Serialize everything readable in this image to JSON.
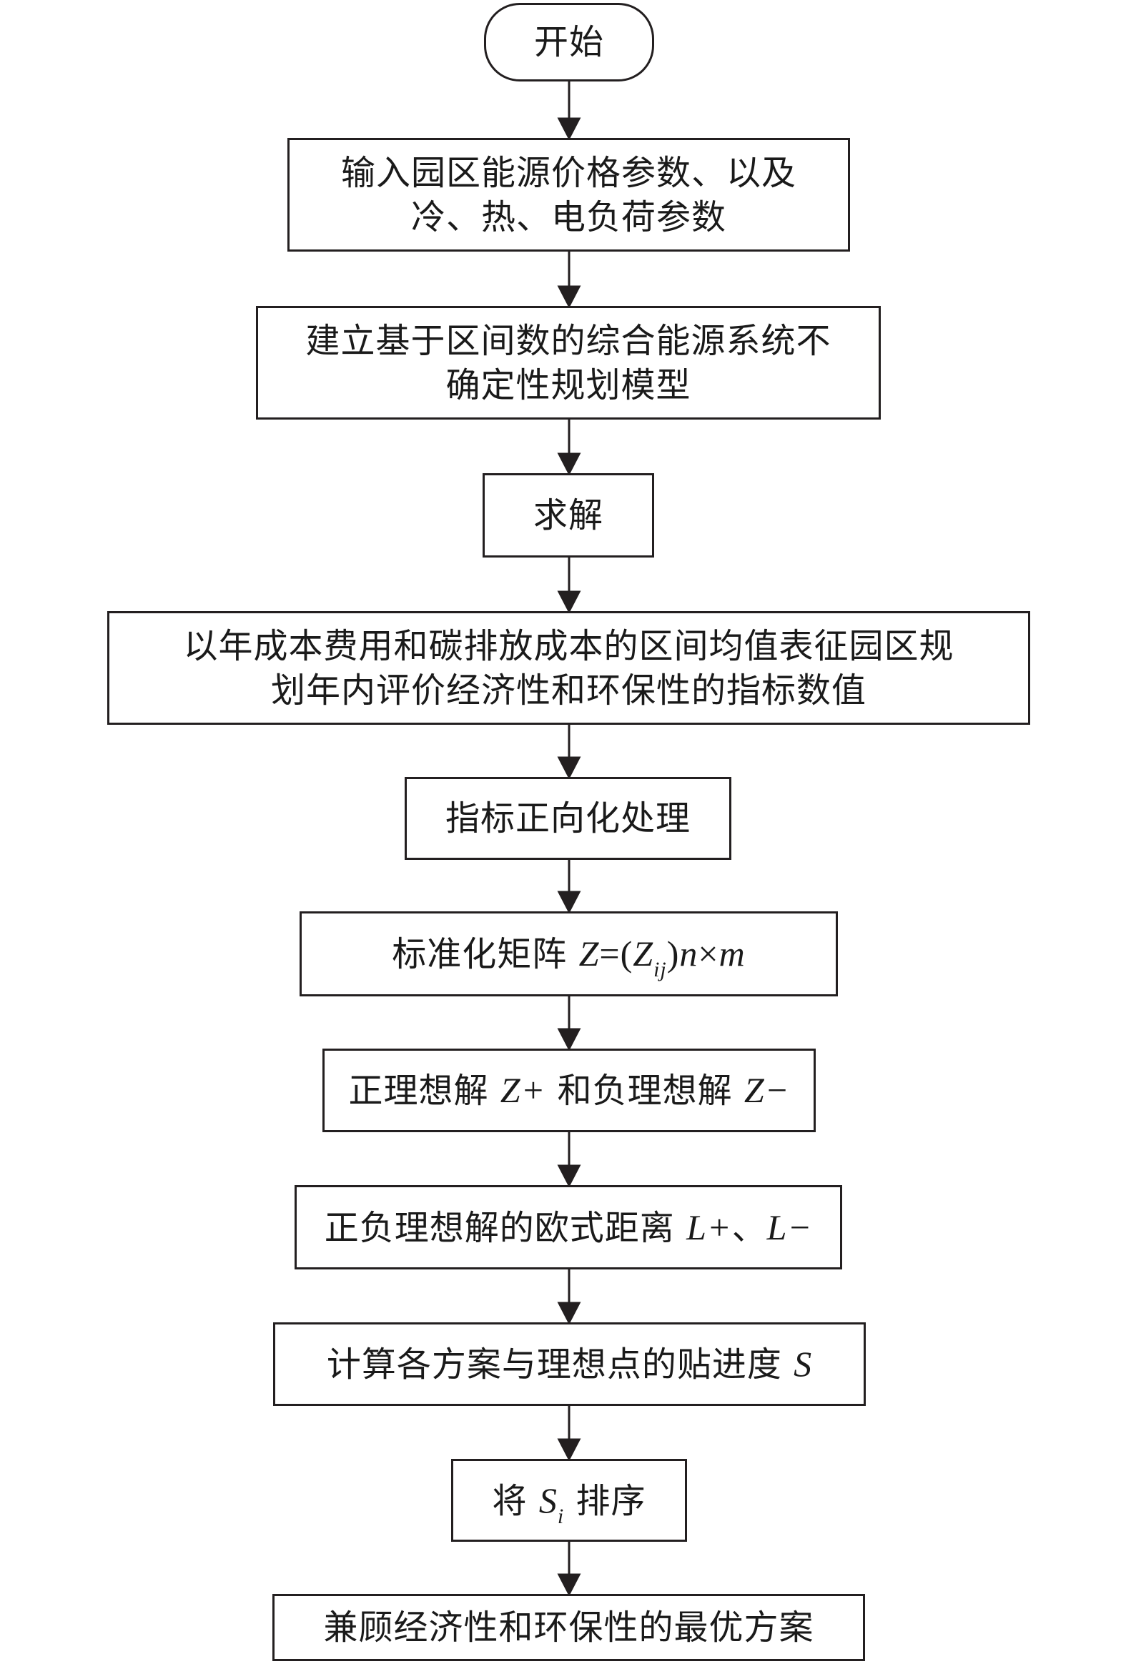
{
  "flowchart": {
    "start": "开始",
    "step1_line1": "输入园区能源价格参数、以及",
    "step1_line2": "冷、热、电负荷参数",
    "step2_line1": "建立基于区间数的综合能源系统不",
    "step2_line2": "确定性规划模型",
    "step3": "求解",
    "step4_line1": "以年成本费用和碳排放成本的区间均值表征园区规",
    "step4_line2": "划年内评价经济性和环保性的指标数值",
    "step5": "指标正向化处理",
    "step6_text": "标准化矩阵",
    "step6_var": "Z",
    "step6_eq": "=(",
    "step6_sub_base": "Z",
    "step6_sub": "ij",
    "step6_close": ")",
    "step6_n": "n",
    "step6_times": "×",
    "step6_m": "m",
    "step7_text1": "正理想解",
    "step7_zplus": "Z+",
    "step7_text2": "和负理想解",
    "step7_zminus": "Z−",
    "step8_text": "正负理想解的欧式距离",
    "step8_lplus": "L+",
    "step8_sep": "、",
    "step8_lminus": "L−",
    "step9_text": "计算各方案与理想点的贴进度",
    "step9_var": "S",
    "step10_pre": "将",
    "step10_var": "S",
    "step10_sub": "i",
    "step10_post": "排序",
    "end": "兼顾经济性和环保性的最优方案"
  }
}
